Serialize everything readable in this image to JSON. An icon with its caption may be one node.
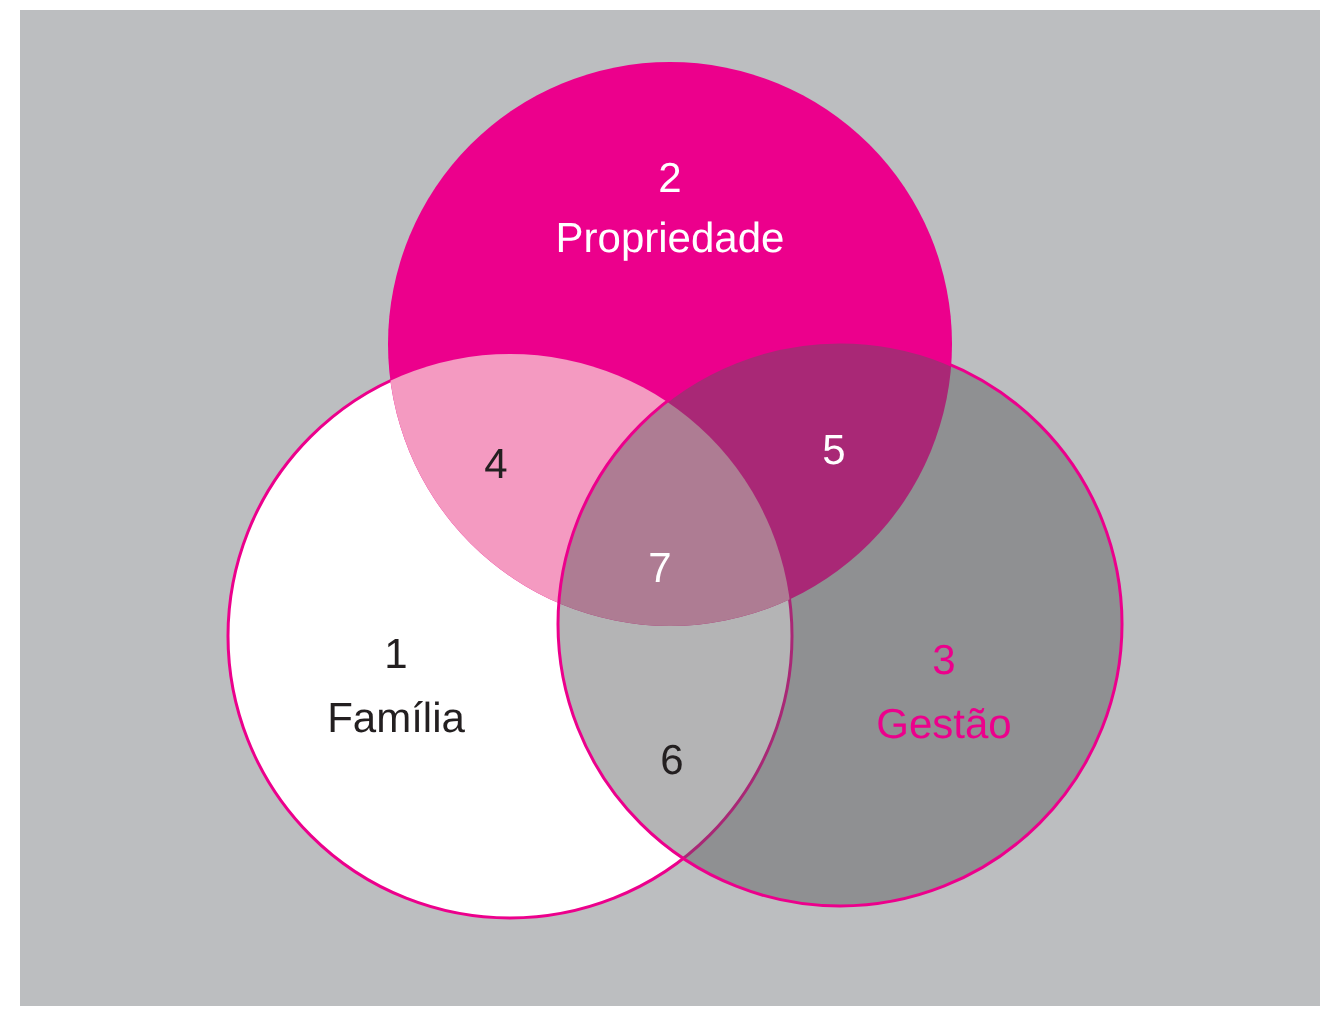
{
  "diagram": {
    "nodes": [
      {
        "text": [
          "2",
          "Propriedade"
        ]
      },
      {
        "text": [
          "1",
          "Família"
        ]
      },
      {
        "text": [
          "3",
          "Gestão"
        ]
      }
    ],
    "labels": [
      "4",
      "5",
      "7",
      "6"
    ]
  }
}
